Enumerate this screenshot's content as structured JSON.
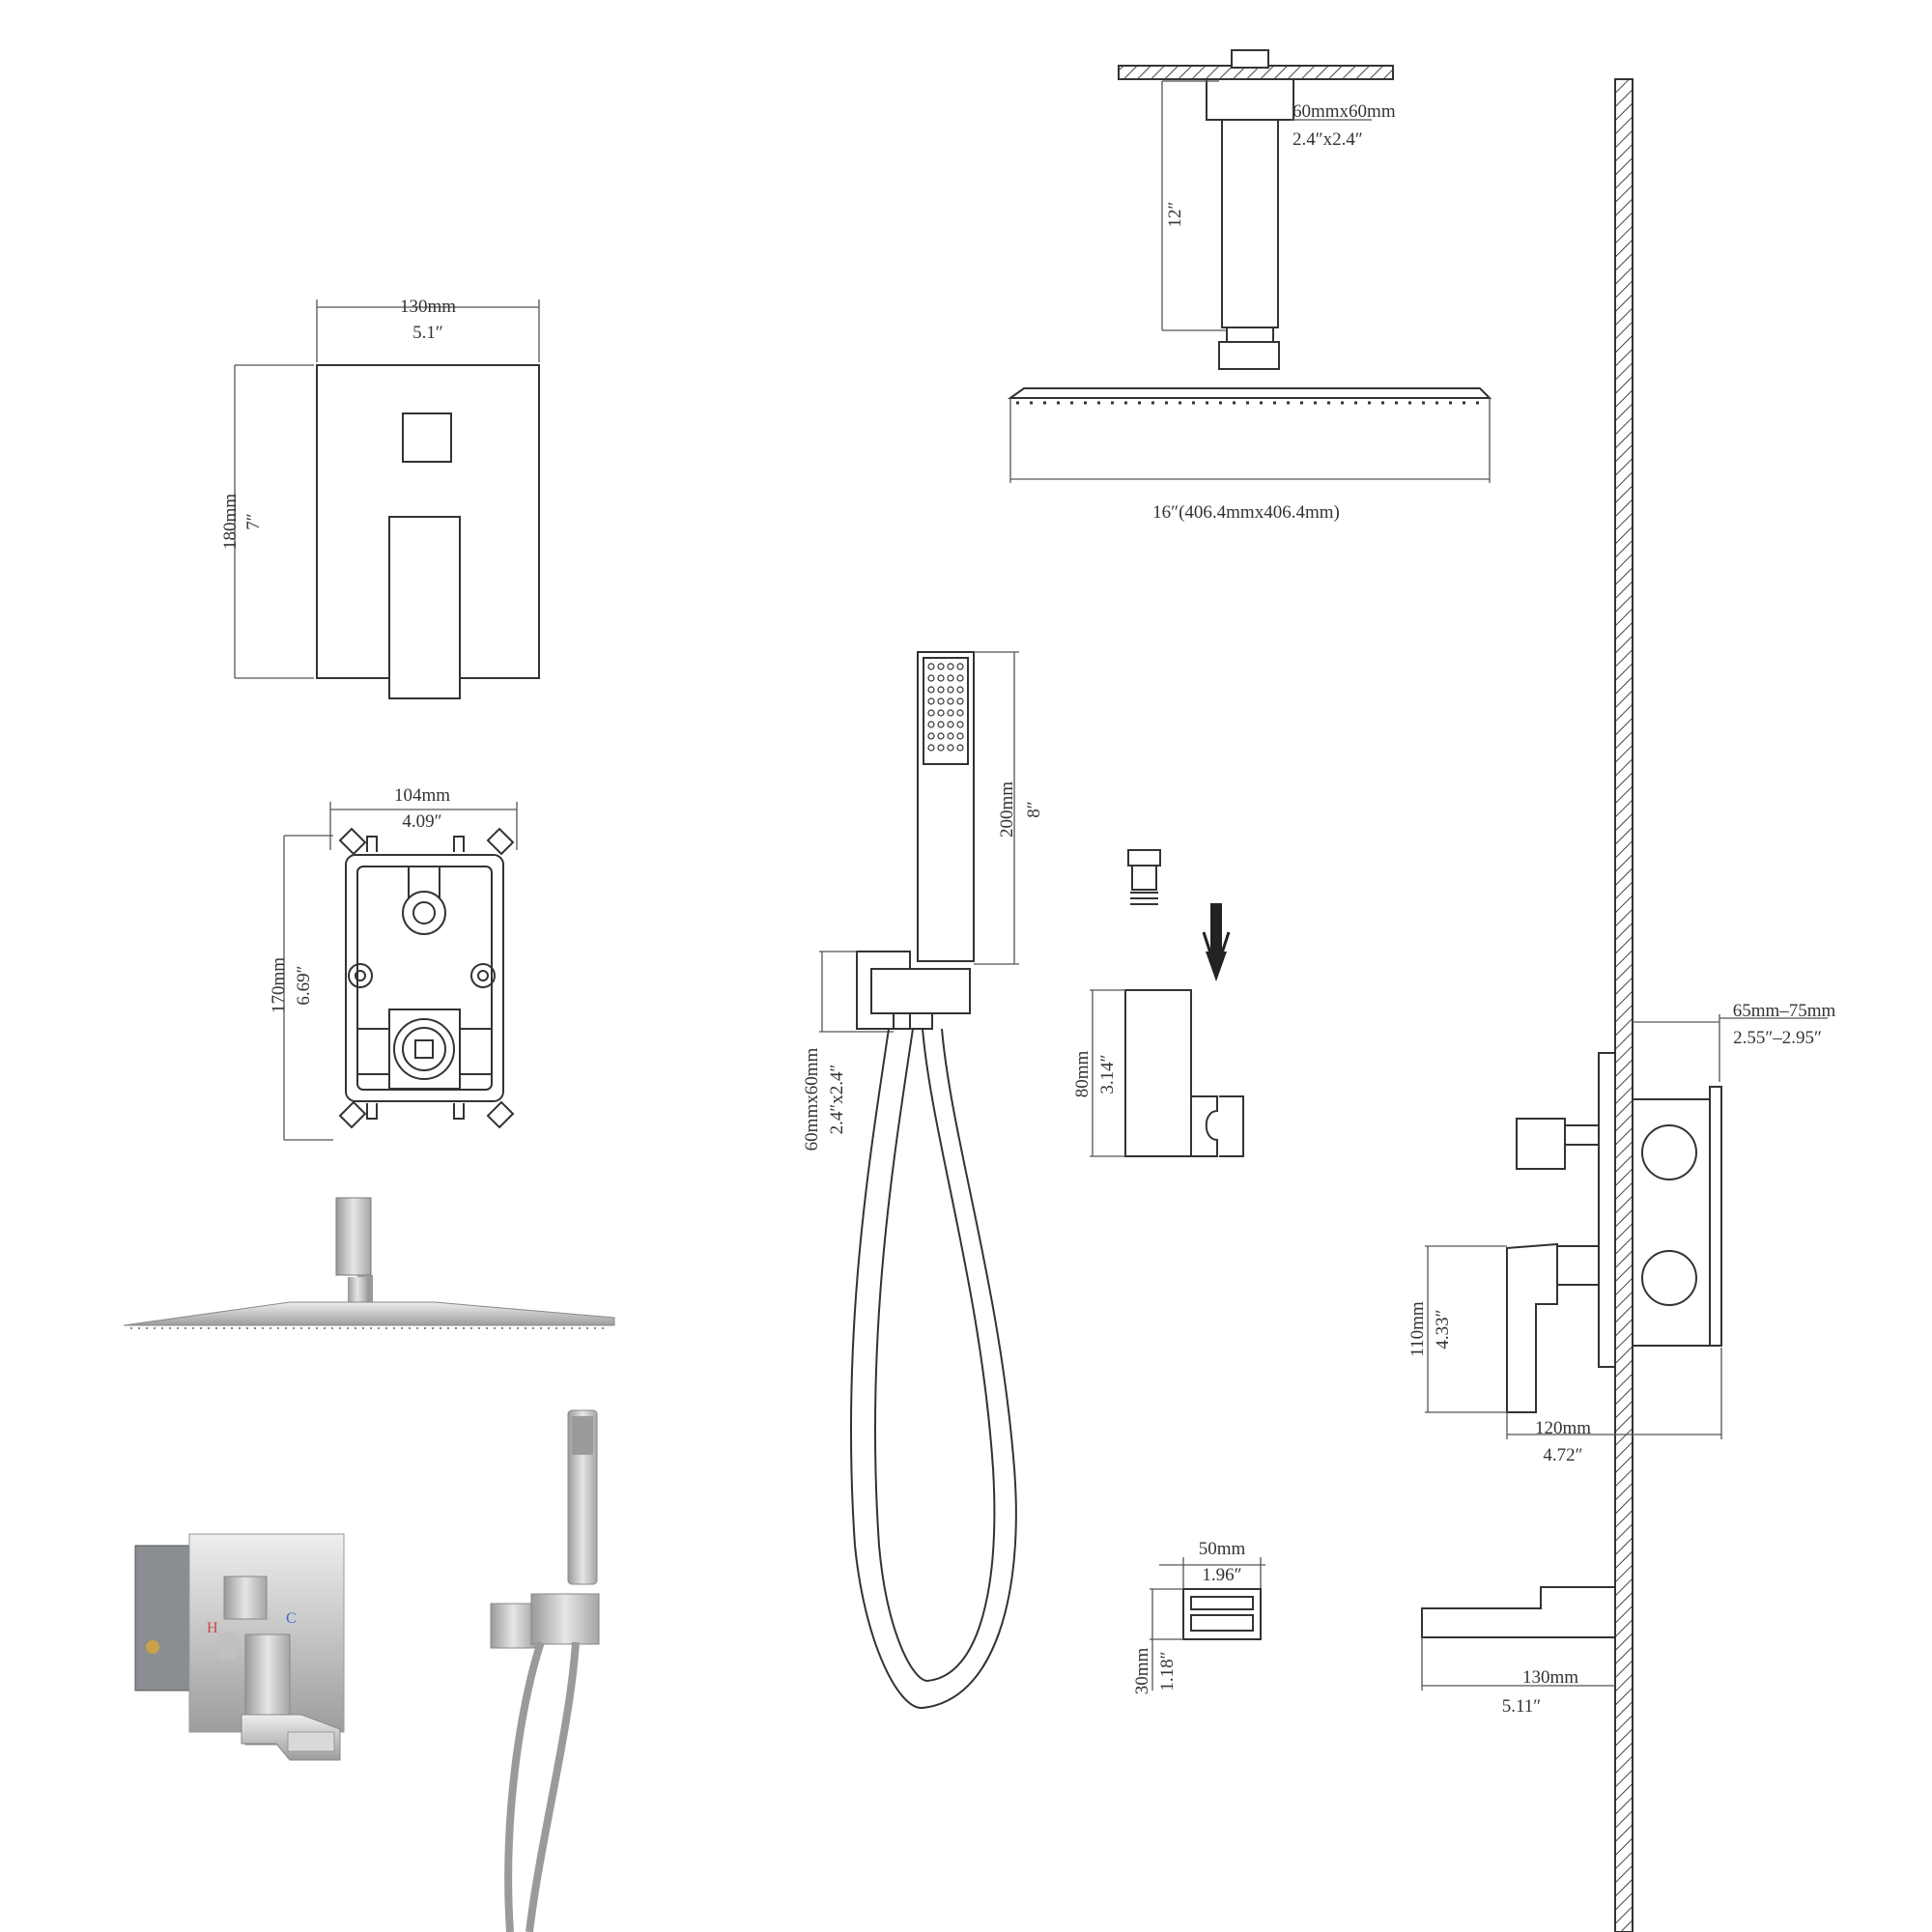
{
  "diagram": {
    "valve_trim": {
      "width_mm": "130mm",
      "width_in": "5.1″",
      "height_mm": "180mm",
      "height_in": "7″"
    },
    "valve_body": {
      "width_mm": "104mm",
      "width_in": "4.09″",
      "height_mm": "170mm",
      "height_in": "6.69″"
    },
    "shower_arm": {
      "flange_mm": "60mmx60mm",
      "flange_in": "2.4″x2.4″",
      "length_in": "12″"
    },
    "shower_head": {
      "size": "16″(406.4mmx406.4mm)"
    },
    "hand_shower": {
      "length_mm": "200mm",
      "length_in": "8″",
      "outlet_mm": "60mmx60mm",
      "outlet_in": "2.4″x2.4″"
    },
    "holder": {
      "height_mm": "80mm",
      "height_in": "3.14″"
    },
    "wall_profile": {
      "depth_mm": "65mm–75mm",
      "depth_in": "2.55″–2.95″",
      "handle_height_mm": "110mm",
      "handle_height_in": "4.33″",
      "handle_depth_mm": "120mm",
      "handle_depth_in": "4.72″"
    },
    "spout_outlet": {
      "width_mm": "50mm",
      "width_in": "1.96″",
      "height_mm": "30mm",
      "height_in": "1.18″"
    },
    "spout": {
      "length_mm": "130mm",
      "length_in": "5.11″"
    },
    "valve_labels": {
      "hot": "H",
      "cold": "C"
    }
  }
}
